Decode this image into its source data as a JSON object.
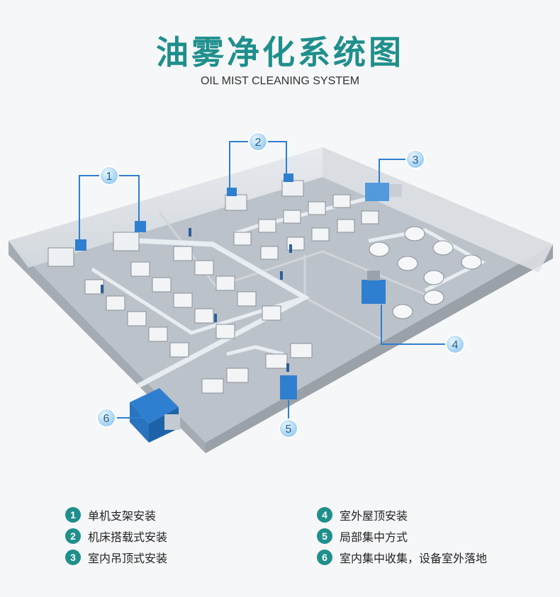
{
  "header": {
    "title": "油雾净化系统图",
    "subtitle": "OIL MIST CLEANING SYSTEM"
  },
  "colors": {
    "accent": "#1f8f8c",
    "purifier_blue": "#2f7fd0",
    "duct": "#e6ebf0",
    "floor": "#b9bfc6"
  },
  "callouts": [
    "1",
    "2",
    "3",
    "4",
    "5",
    "6"
  ],
  "legend": {
    "left": [
      {
        "num": "1",
        "text": "单机支架安装"
      },
      {
        "num": "2",
        "text": "机床搭载式安装"
      },
      {
        "num": "3",
        "text": "室内吊顶式安装"
      }
    ],
    "right": [
      {
        "num": "4",
        "text": "室外屋顶安装"
      },
      {
        "num": "5",
        "text": "局部集中方式"
      },
      {
        "num": "6",
        "text": "室内集中收集，设备室外落地"
      }
    ]
  }
}
